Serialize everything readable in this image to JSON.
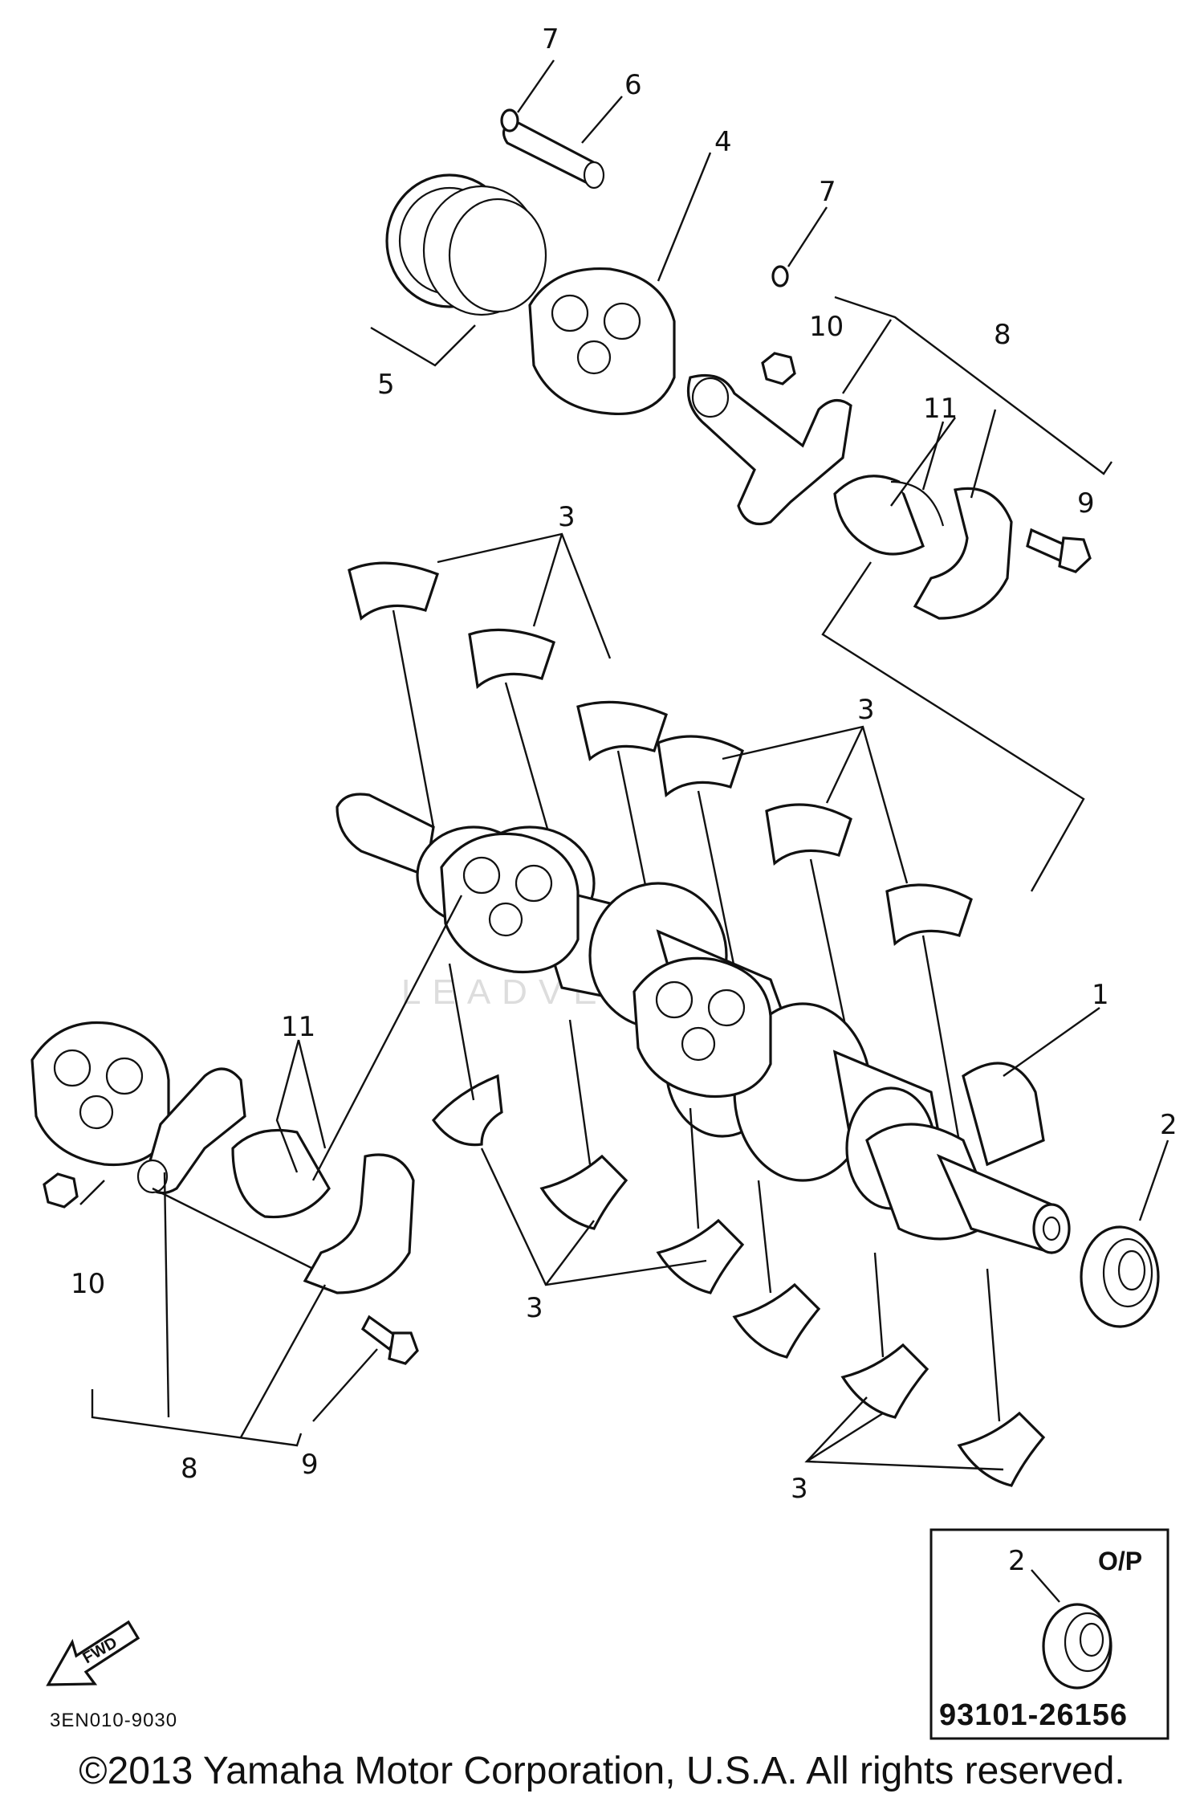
{
  "callouts": {
    "c1": "1",
    "c2a": "2",
    "c3a": "3",
    "c3b": "3",
    "c3c": "3",
    "c3d": "3",
    "c4": "4",
    "c5": "5",
    "c6": "6",
    "c7a": "7",
    "c7b": "7",
    "c8a": "8",
    "c8b": "8",
    "c9a": "9",
    "c9b": "9",
    "c10a": "10",
    "c10b": "10",
    "c11a": "11",
    "c11b": "11"
  },
  "fwd_label": "FWD",
  "diagram_code": "3EN010-9030",
  "option_box": {
    "callout": "2",
    "label": "O/P",
    "part_number": "93101-26156"
  },
  "copyright": "©2013 Yamaha Motor Corporation, U.S.A. All rights reserved.",
  "colors": {
    "ink": "#111111",
    "background": "#ffffff"
  }
}
